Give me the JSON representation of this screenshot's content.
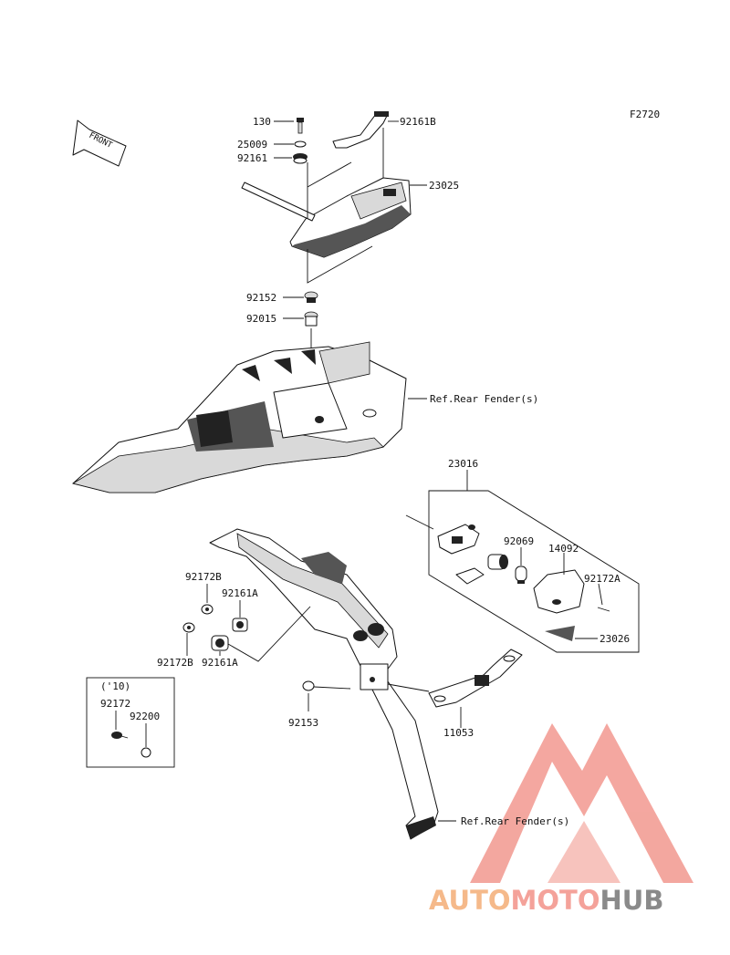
{
  "figure_code": "F2720",
  "front_arrow": "FRONT",
  "parts": {
    "p130": "130",
    "p25009": "25009",
    "p92161": "92161",
    "p92161B": "92161B",
    "p23025": "23025",
    "p92152": "92152",
    "p92015": "92015",
    "ref_fender_upper": "Ref.Rear Fender(s)",
    "p23016": "23016",
    "p92069": "92069",
    "p14092": "14092",
    "p92172A": "92172A",
    "p23026": "23026",
    "p92172B_top": "92172B",
    "p92161A_top": "92161A",
    "p92172B_bottom": "92172B",
    "p92161A_bottom": "92161A",
    "p92153": "92153",
    "p11053": "11053",
    "ref_fender_lower": "Ref.Rear Fender(s)"
  },
  "inset_box": {
    "year": "('10)",
    "p92172": "92172",
    "p92200": "92200"
  },
  "watermark": {
    "part1": "AUTO",
    "part2": "MOTO",
    "part3": "HUB",
    "color1": "#f5b98a",
    "color2": "#f4a29a",
    "color3": "#8a8a8a",
    "logo_color": "#f08a80"
  }
}
